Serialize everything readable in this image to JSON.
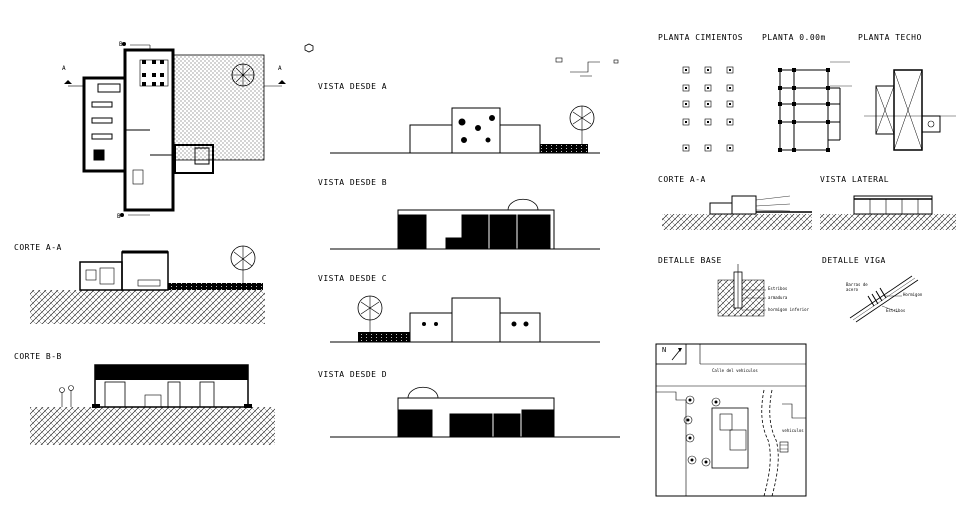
{
  "sheet": {
    "floor_plan": {
      "section_markers": [
        "A",
        "A",
        "B",
        "B"
      ]
    },
    "titles": {
      "corte_aa_left": "CORTE A-A",
      "corte_bb": "CORTE B-B",
      "vista_a": "VISTA DESDE A",
      "vista_b": "VISTA DESDE B",
      "vista_c": "VISTA DESDE C",
      "vista_d": "VISTA DESDE D",
      "planta_cimientos": "PLANTA CIMIENTOS",
      "planta_000": "PLANTA 0.00m",
      "planta_techo": "PLANTA TECHO",
      "corte_aa_right": "CORTE A-A",
      "vista_lateral": "VISTA LATERAL",
      "detalle_base": "DETALLE BASE",
      "detalle_viga": "DETALLE VIGA"
    },
    "site_plan": {
      "north": "N",
      "street": "Calle del vehiculos",
      "side_note": "vehiculos"
    },
    "detail_notes": {
      "base_1": "Estribos",
      "base_2": "armadura",
      "base_3": "hormigon inferior",
      "viga_1": "Hormigon",
      "viga_2": "Estribos",
      "viga_3": "Barras de acero"
    }
  }
}
